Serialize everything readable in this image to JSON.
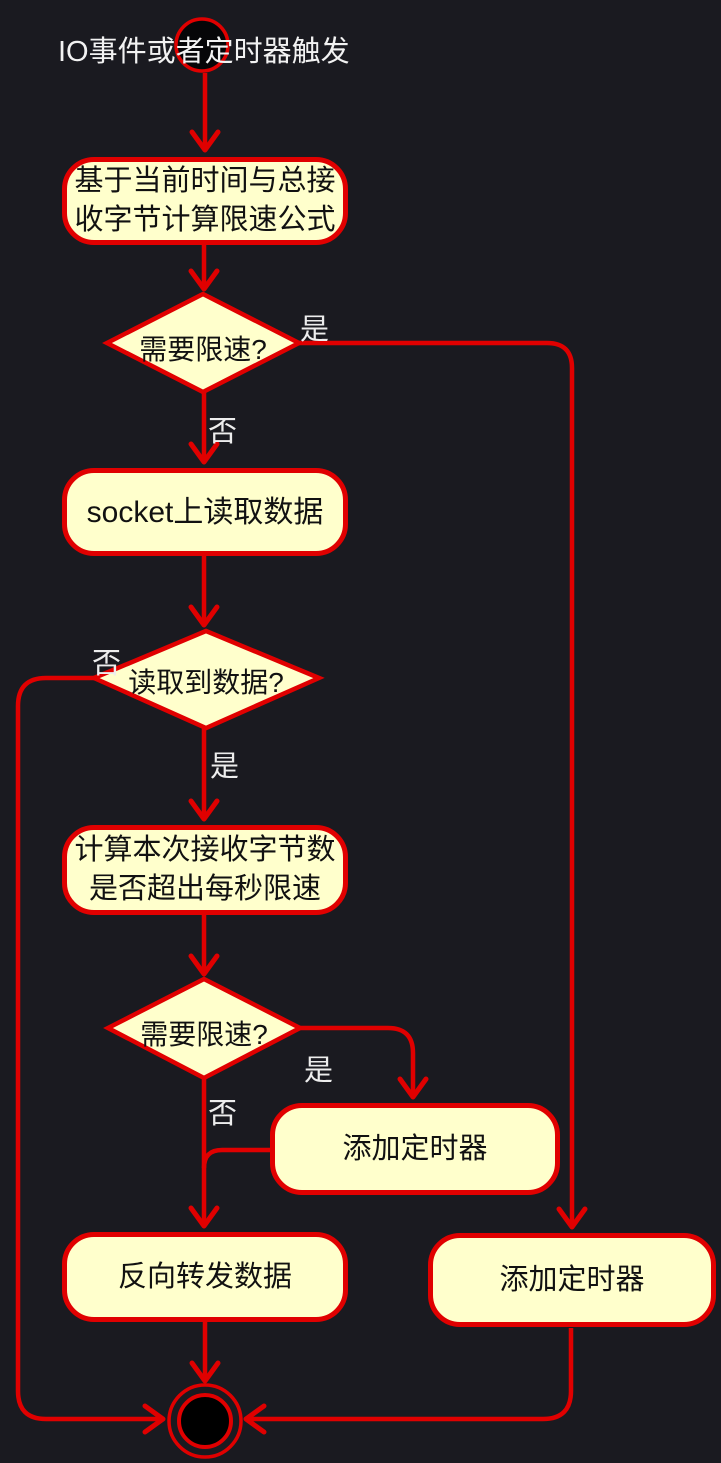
{
  "colors": {
    "background": "#1a1a20",
    "node_fill": "#ffffcc",
    "stroke_red": "#e00000",
    "node_text": "#111111",
    "label_text": "#ededed"
  },
  "title": "IO事件或者定时器触发",
  "nodes": {
    "calc_formula": {
      "lines": [
        "基于当前时间与总接",
        "收字节计算限速公式"
      ]
    },
    "need_limit_1": {
      "label": "需要限速?"
    },
    "read_socket": {
      "label": "socket上读取数据"
    },
    "got_data": {
      "label": "读取到数据?"
    },
    "calc_bytes": {
      "lines": [
        "计算本次接收字节数",
        "是否超出每秒限速"
      ]
    },
    "need_limit_2": {
      "label": "需要限速?"
    },
    "add_timer_mid": {
      "label": "添加定时器"
    },
    "forward_data": {
      "label": "反向转发数据"
    },
    "add_timer_right": {
      "label": "添加定时器"
    }
  },
  "edge_labels": {
    "d1_yes": "是",
    "d1_no": "否",
    "d2_no": "否",
    "d2_yes": "是",
    "d3_yes": "是",
    "d3_no": "否"
  }
}
